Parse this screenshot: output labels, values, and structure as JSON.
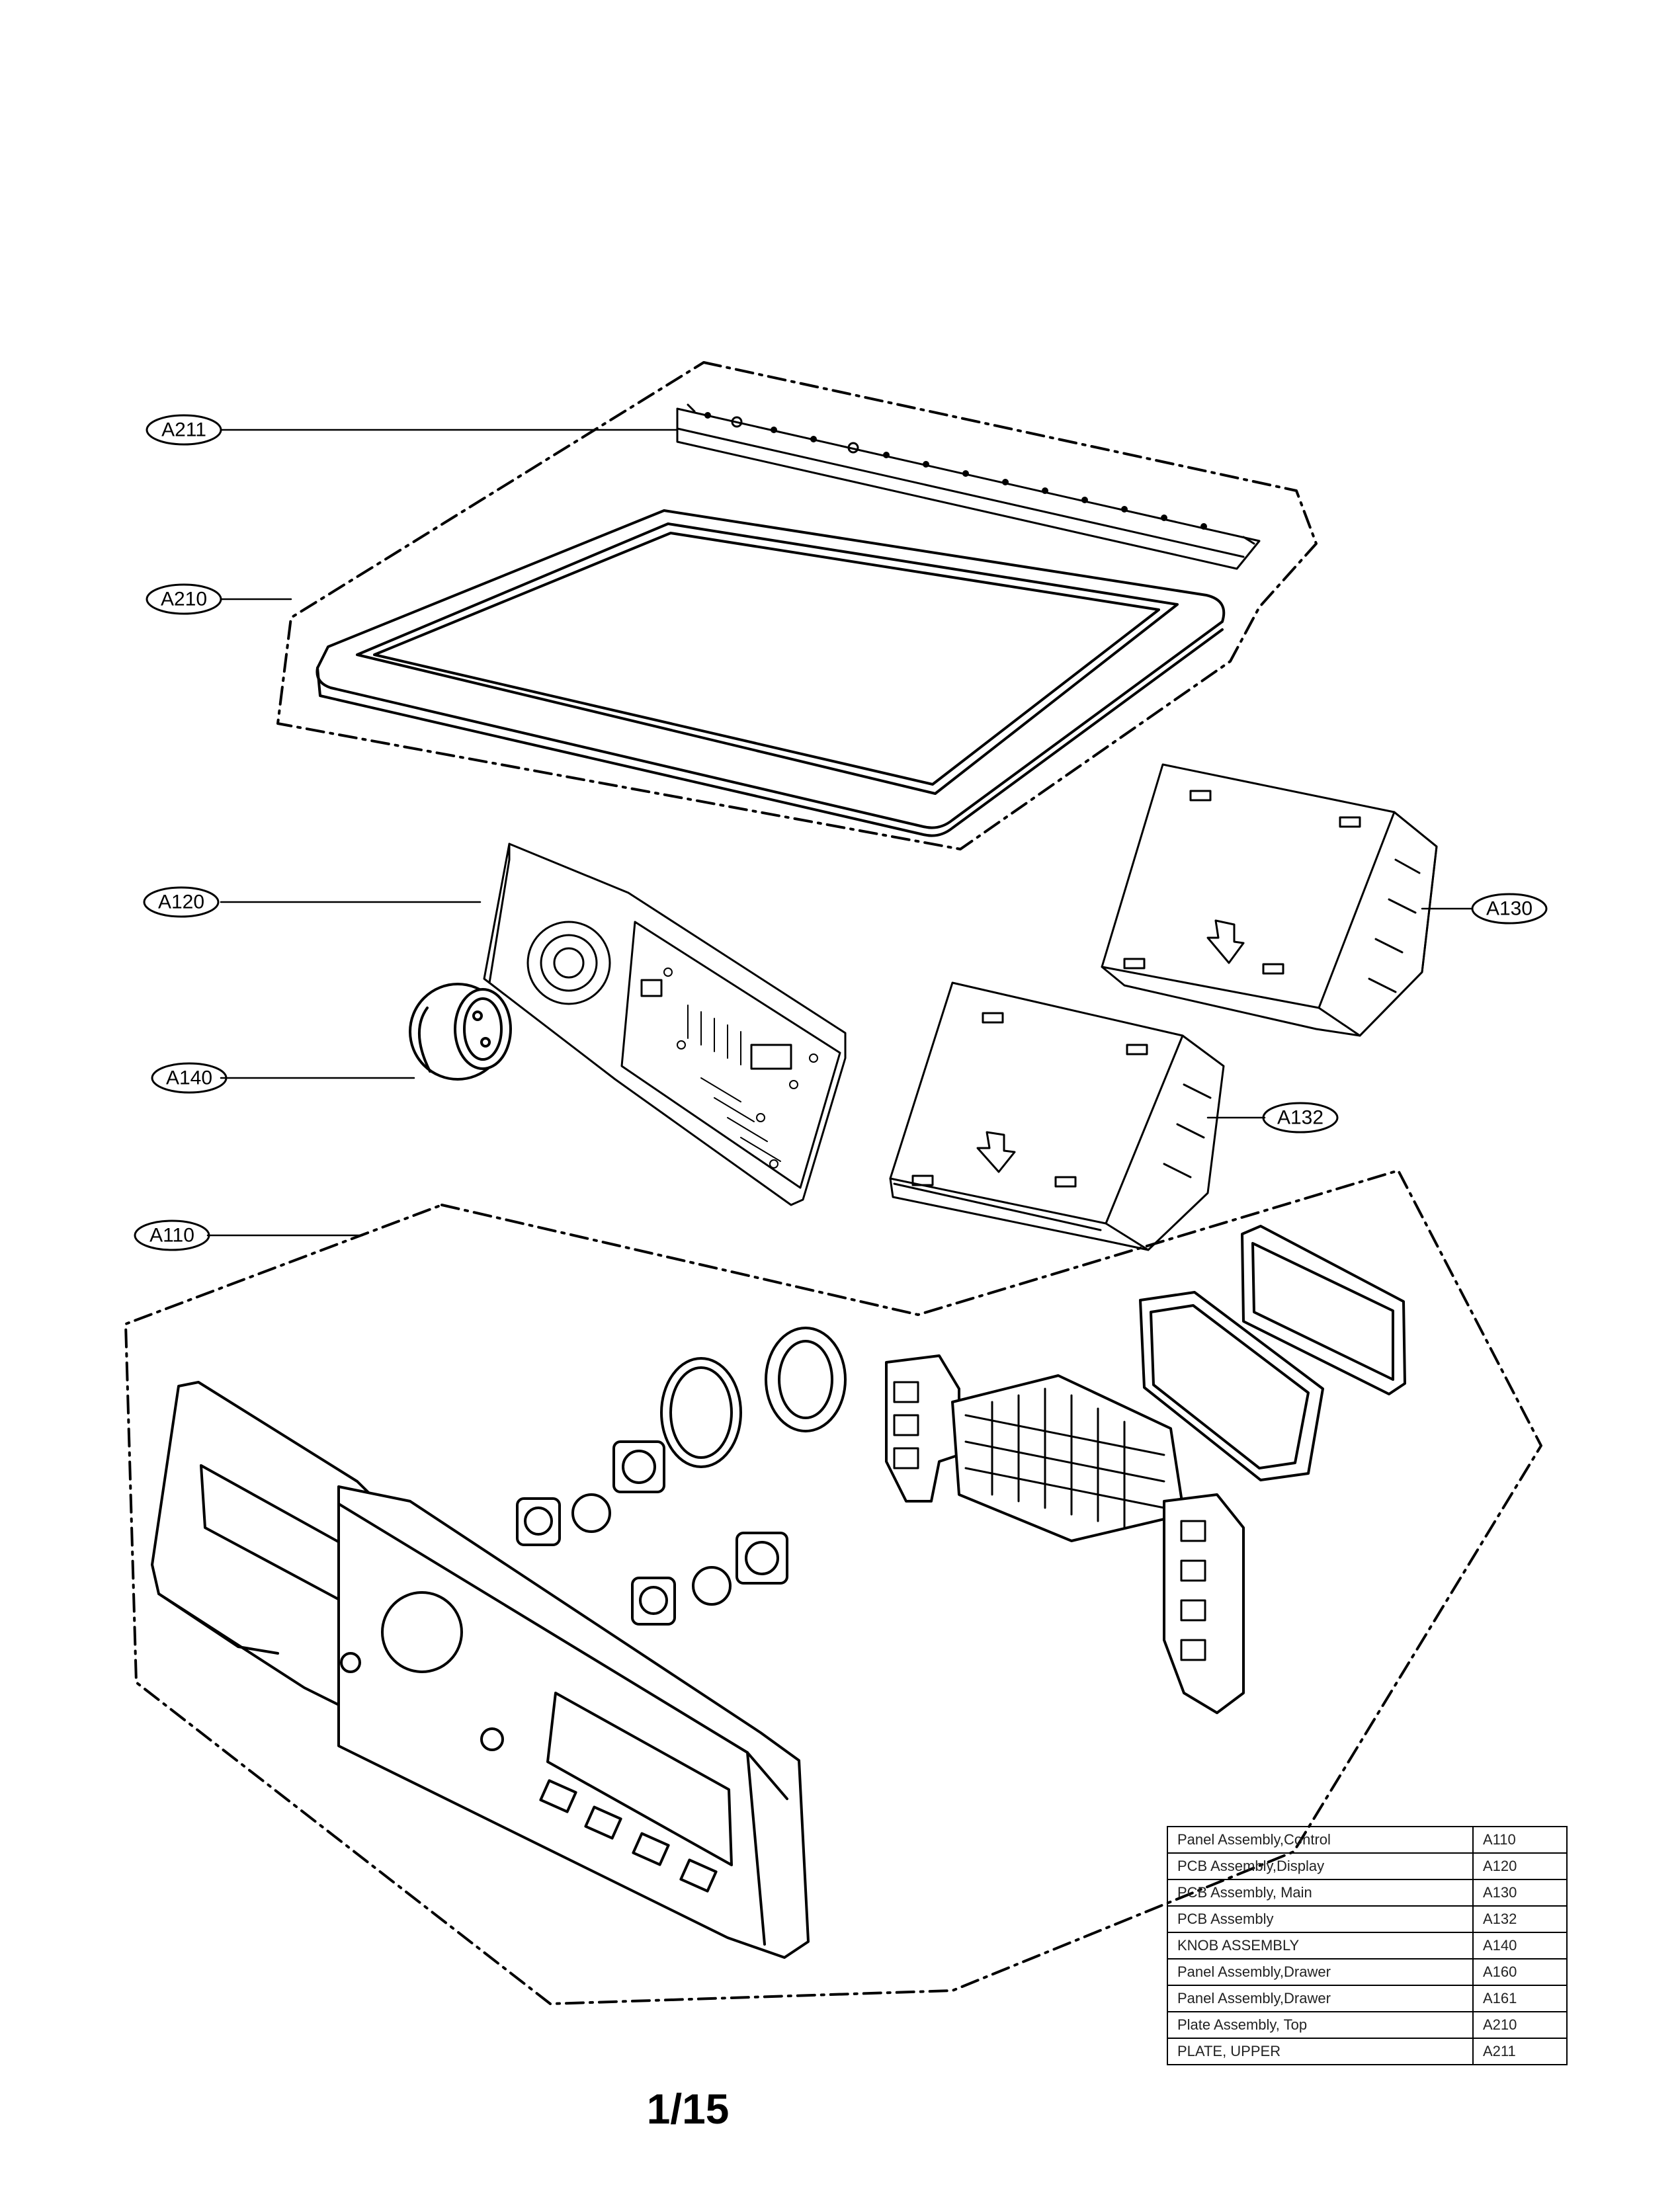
{
  "callouts": {
    "a211": "A211",
    "a210": "A210",
    "a120": "A120",
    "a140": "A140",
    "a110": "A110",
    "a130": "A130",
    "a132": "A132"
  },
  "parts_table": [
    {
      "description": "Panel Assembly,Control",
      "code": "A110"
    },
    {
      "description": "PCB Assembly,Display",
      "code": "A120"
    },
    {
      "description": "PCB Assembly, Main",
      "code": "A130"
    },
    {
      "description": "PCB Assembly",
      "code": "A132"
    },
    {
      "description": "KNOB ASSEMBLY",
      "code": "A140"
    },
    {
      "description": "Panel Assembly,Drawer",
      "code": "A160"
    },
    {
      "description": "Panel Assembly,Drawer",
      "code": "A161"
    },
    {
      "description": "Plate Assembly, Top",
      "code": "A210"
    },
    {
      "description": "PLATE, UPPER",
      "code": "A211"
    }
  ],
  "page_number": "1/15"
}
